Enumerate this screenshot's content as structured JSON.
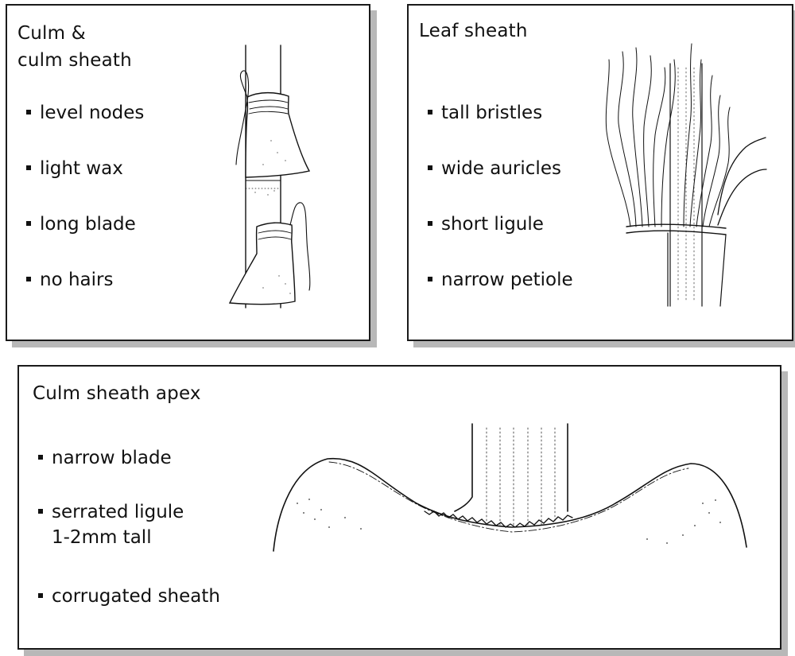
{
  "panels": {
    "culm": {
      "title_line1": "Culm &",
      "title_line2": "culm sheath",
      "bullets": [
        "level nodes",
        "light wax",
        "long blade",
        "no hairs"
      ]
    },
    "leaf": {
      "title": "Leaf sheath",
      "bullets": [
        "tall bristles",
        "wide auricles",
        "short  ligule",
        "narrow petiole"
      ]
    },
    "apex": {
      "title": "Culm sheath apex",
      "bullets": [
        "narrow blade",
        "serrated ligule",
        "1-2mm tall",
        "corrugated sheath"
      ]
    }
  },
  "colors": {
    "ink": "#111111",
    "shadow": "#b8b8b8",
    "panel_border": "#1a1a1a"
  }
}
